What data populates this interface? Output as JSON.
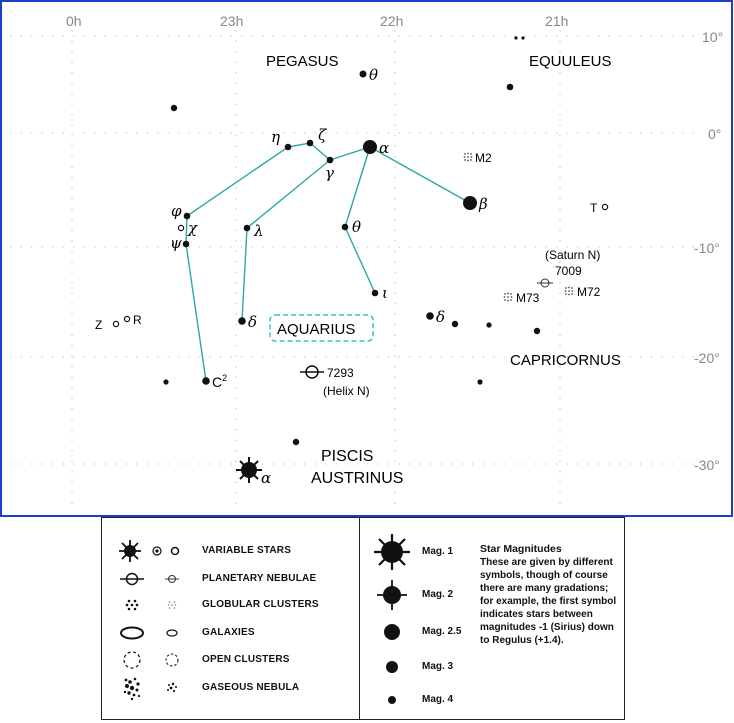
{
  "map": {
    "ra_labels": [
      "0h",
      "23h",
      "22h",
      "21h"
    ],
    "dec_labels": [
      "10°",
      "0°",
      "-10°",
      "-20°",
      "-30°"
    ],
    "constellations": [
      "PEGASUS",
      "EQUULEUS",
      "AQUARIUS",
      "CAPRICORNUS",
      "PISCIS",
      "AUSTRINUS"
    ],
    "star_labels": {
      "pegasus_theta": "θ",
      "alpha": "α",
      "beta": "β",
      "eta": "η",
      "zeta": "ζ",
      "gamma": "γ",
      "phi": "φ",
      "chi": "χ",
      "psi": "ψ",
      "lambda": "λ",
      "theta": "θ",
      "iota": "ι",
      "delta": "δ",
      "cap_delta": "δ",
      "c2": "C",
      "c2_sup": "2",
      "psa_alpha": "α"
    },
    "objects": {
      "m2": "M2",
      "m73": "M73",
      "m72": "M72",
      "t": "T",
      "z": "Z",
      "r": "R",
      "ngc7009": "7009",
      "saturn": "(Saturn N)",
      "ngc7293": "7293",
      "helix": "(Helix N)"
    }
  },
  "legend": {
    "rows": [
      {
        "label": "VARIABLE STARS",
        "icon": "variable-star-icon"
      },
      {
        "label": "PLANETARY NEBULAE",
        "icon": "planetary-nebula-icon"
      },
      {
        "label": "GLOBULAR CLUSTERS",
        "icon": "globular-cluster-icon"
      },
      {
        "label": "GALAXIES",
        "icon": "galaxy-icon"
      },
      {
        "label": "OPEN CLUSTERS",
        "icon": "open-cluster-icon"
      },
      {
        "label": "GASEOUS NEBULA",
        "icon": "gaseous-nebula-icon"
      }
    ],
    "magnitudes": [
      "Mag. 1",
      "Mag. 2",
      "Mag. 2.5",
      "Mag. 3",
      "Mag. 4"
    ],
    "heading": "Star Magnitudes",
    "text": "These are given by different symbols, though of course there are many gradations; for example, the first symbol indicates stars between magnitudes -1  (Sirius) down to Regulus (+1.4)."
  },
  "colors": {
    "frame": "#1a3fc7",
    "lines": "#2aa8a6",
    "aquarius_box": "#3fc0c9",
    "grid": "#999999"
  }
}
